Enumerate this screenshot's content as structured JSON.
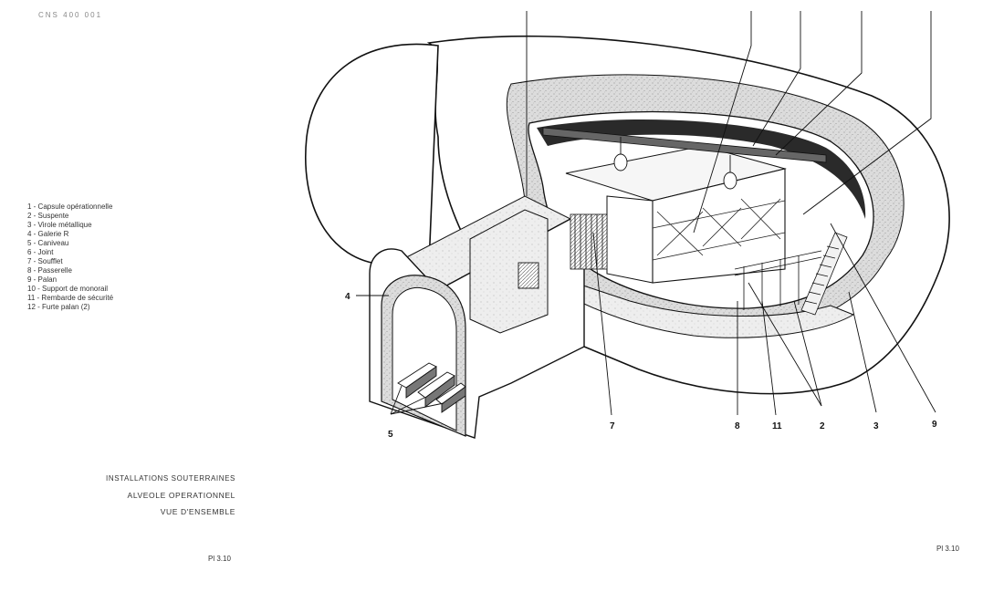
{
  "document_code": "CNS 400 001",
  "legend": [
    "1 - Capsule opérationnelle",
    "2 - Suspente",
    "3 - Virole métallique",
    "4 - Galerie R",
    "5 - Caniveau",
    "6 - Joint",
    "7 - Soufflet",
    "8 - Passerelle",
    "9 - Palan",
    "10 - Support de monorail",
    "11 - Rembarde de sécurité",
    "12 - Furte palan (2)"
  ],
  "title": {
    "line1": "INSTALLATIONS SOUTERRAINES",
    "line2": "ALVEOLE OPERATIONNEL",
    "line3": "VUE D'ENSEMBLE"
  },
  "plate_left": "Pl 3.10",
  "plate_right": "Pl 3.10",
  "callouts": {
    "c4": "4",
    "c5": "5",
    "c7": "7",
    "c8": "8",
    "c11": "11",
    "c2": "2",
    "c3": "3",
    "c9": "9"
  },
  "colors": {
    "line": "#111111",
    "concrete": "#d6d6d6",
    "paper": "#ffffff"
  }
}
